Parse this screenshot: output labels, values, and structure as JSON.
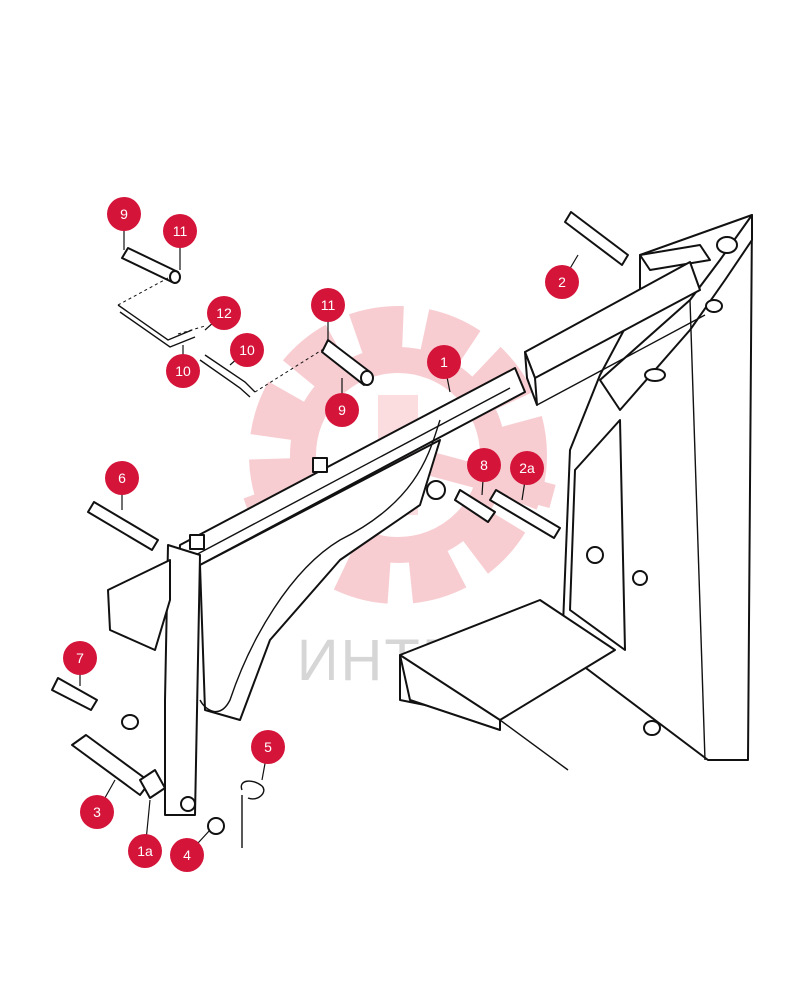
{
  "watermark": {
    "text": "ИНТЕХ",
    "color": "#f2a5ad"
  },
  "callout_color": "#d5143a",
  "callouts": [
    {
      "id": "c-9a",
      "label": "9"
    },
    {
      "id": "c-11a",
      "label": "11"
    },
    {
      "id": "c-12",
      "label": "12"
    },
    {
      "id": "c-10a",
      "label": "10"
    },
    {
      "id": "c-10b",
      "label": "10"
    },
    {
      "id": "c-11b",
      "label": "11"
    },
    {
      "id": "c-9b",
      "label": "9"
    },
    {
      "id": "c-1",
      "label": "1"
    },
    {
      "id": "c-2",
      "label": "2"
    },
    {
      "id": "c-8",
      "label": "8"
    },
    {
      "id": "c-2a",
      "label": "2a"
    },
    {
      "id": "c-6",
      "label": "6"
    },
    {
      "id": "c-7",
      "label": "7"
    },
    {
      "id": "c-5",
      "label": "5"
    },
    {
      "id": "c-3",
      "label": "3"
    },
    {
      "id": "c-1a",
      "label": "1a"
    },
    {
      "id": "c-4",
      "label": "4"
    }
  ]
}
